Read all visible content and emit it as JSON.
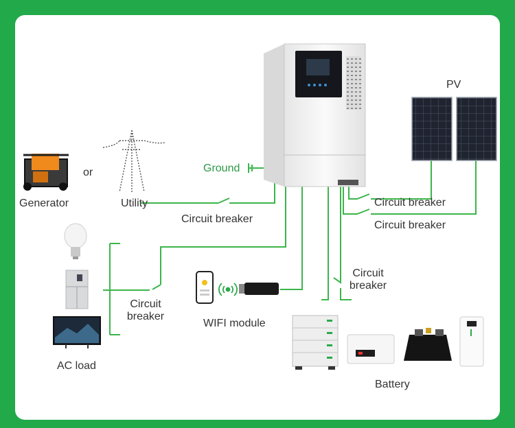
{
  "labels": {
    "pv": "PV",
    "ground": "Ground",
    "generator": "Generator",
    "or": "or",
    "utility": "Utility",
    "cb_utility": "Circuit breaker",
    "cb_pv_top": "Circuit breaker",
    "cb_pv_bottom": "Circuit breaker",
    "cb_ac_line1": "Circuit",
    "cb_ac_line2": "breaker",
    "cb_batt_line1": "Circuit",
    "cb_batt_line2": "breaker",
    "wifi": "WIFI module",
    "ac_load": "AC load",
    "battery": "Battery"
  },
  "colors": {
    "background": "#22a94a",
    "wire": "#3bb54a",
    "text": "#333333",
    "ground_text": "#2b9a48"
  }
}
